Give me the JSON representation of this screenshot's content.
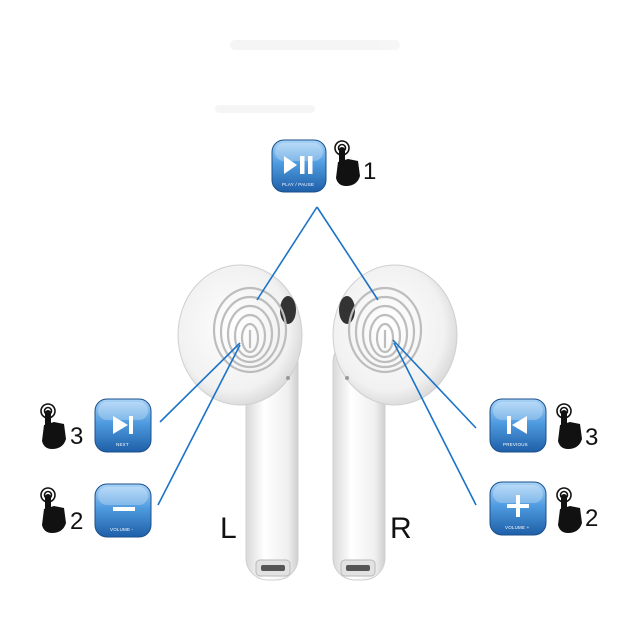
{
  "diagram": {
    "buttons": {
      "play_pause": {
        "label": "PLAY / PAUSE",
        "icon": "play-pause-icon",
        "taps": "1"
      },
      "next": {
        "label": "NEXT",
        "icon": "next-track-icon",
        "taps": "3"
      },
      "volume_down": {
        "label": "VOLUME -",
        "icon": "minus-icon",
        "taps": "2"
      },
      "previous": {
        "label": "PREVIOUS",
        "icon": "previous-track-icon",
        "taps": "3"
      },
      "volume_up": {
        "label": "VOLUME +",
        "icon": "plus-icon",
        "taps": "2"
      }
    },
    "earbuds": {
      "left_label": "L",
      "right_label": "R"
    },
    "colors": {
      "line": "#1a73c8",
      "button_blue": "#4f9be0",
      "button_dark": "#1e5fa8",
      "earbud": "#f3f3f3"
    }
  }
}
